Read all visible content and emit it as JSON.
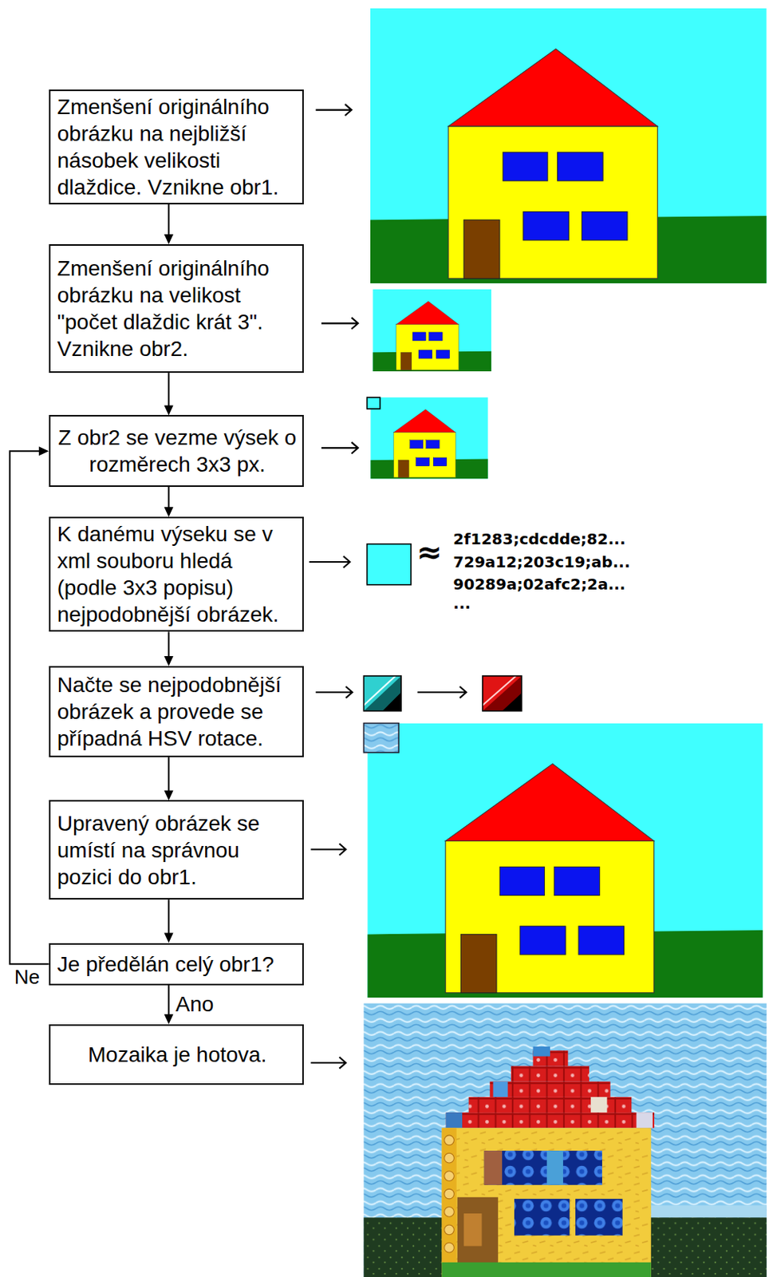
{
  "diagram": {
    "nodes": [
      {
        "text": [
          "Zmenšení originálního obrázku na nejbližší násobek velikosti dlaždice. Vznikne obr1."
        ]
      },
      {
        "text": [
          "Zmenšení originálního obrázku na velikost \"počet dlaždic krát 3\". Vznikne obr2."
        ]
      },
      {
        "text": [
          "Z obr2 se vezme výsek o rozměrech 3x3 px."
        ]
      },
      {
        "text": [
          "K danému výseku se v xml souboru hledá (podle 3x3 popisu) nejpodobnější obrázek."
        ]
      },
      {
        "text": [
          "Načte se nejpodobnější obrázek a provede se případná HSV rotace."
        ]
      },
      {
        "text": [
          "Upravený obrázek se umístí na správnou pozici do obr1."
        ]
      },
      {
        "text": [
          "Je předělán celý obr1?"
        ]
      },
      {
        "text": [
          "Mozaika je hotova."
        ]
      }
    ],
    "edges": [
      {
        "from": 0,
        "to": 1,
        "arrow": "to"
      },
      {
        "from": 1,
        "to": 2,
        "arrow": "to"
      },
      {
        "from": 2,
        "to": 3,
        "arrow": "to"
      },
      {
        "from": 3,
        "to": 4,
        "arrow": "to"
      },
      {
        "from": 4,
        "to": 5,
        "arrow": "to"
      },
      {
        "from": 5,
        "to": 6,
        "arrow": "to"
      },
      {
        "from": 6,
        "to": 2,
        "label": "Ne",
        "arrow": "to"
      },
      {
        "from": 6,
        "to": 7,
        "label": "Ano",
        "arrow": "to"
      }
    ],
    "labels": [
      "≈",
      "2f1283;cdcdde;82...",
      "729a12;203c19;ab...",
      "90289a;02afc2;2a...",
      "..."
    ]
  }
}
